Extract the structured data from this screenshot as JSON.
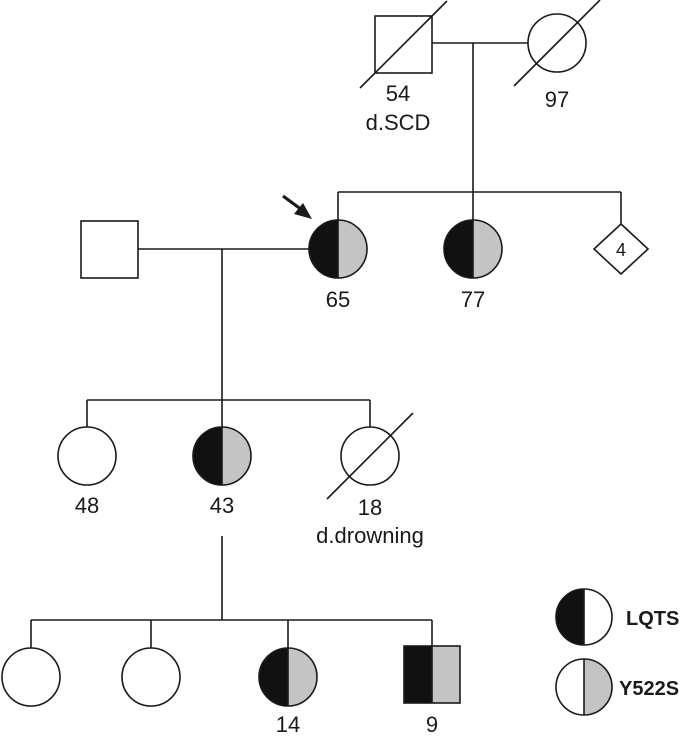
{
  "colors": {
    "line": "#1a1a1a",
    "lqts_fill": "#111111",
    "variant_fill": "#c4c4c4",
    "unaffected_fill": "#ffffff"
  },
  "generation1": {
    "father": {
      "age": "54",
      "note": "d.SCD",
      "sex": "male",
      "deceased": true
    },
    "mother": {
      "age": "97",
      "sex": "female",
      "deceased": true
    }
  },
  "generation2": {
    "spouse": {
      "sex": "male"
    },
    "proband": {
      "age": "65",
      "sex": "female",
      "lqts": true,
      "y522s": true,
      "proband_arrow": true
    },
    "sister": {
      "age": "77",
      "sex": "female",
      "lqts": true,
      "y522s": true
    },
    "siblings_group": {
      "count": "4",
      "sex": "unknown"
    }
  },
  "generation3": {
    "daughter1": {
      "age": "48",
      "sex": "female"
    },
    "daughter2": {
      "age": "43",
      "sex": "female",
      "lqts": true,
      "y522s": true
    },
    "daughter3": {
      "age": "18",
      "note": "d.drowning",
      "sex": "female",
      "deceased": true
    }
  },
  "generation4": {
    "child1": {
      "sex": "female"
    },
    "child2": {
      "sex": "female"
    },
    "child3": {
      "age": "14",
      "sex": "female",
      "lqts": true,
      "y522s": true
    },
    "child4": {
      "age": "9",
      "sex": "male",
      "lqts": true,
      "y522s": true
    }
  },
  "legend": {
    "lqts_label": "LQTS",
    "variant_label": "Y522S"
  }
}
